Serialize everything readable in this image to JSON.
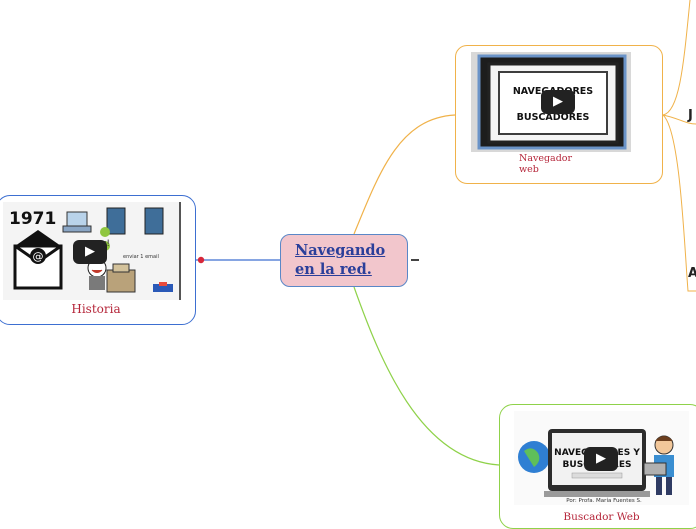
{
  "central": {
    "title_line1": "Navegando",
    "title_line2": "en la red."
  },
  "historia": {
    "caption": "Historia",
    "thumb": {
      "year": "1971",
      "email_icon": "envelope-at-icon",
      "speech_short": "uu!",
      "speech_note": "enviar 1 email"
    }
  },
  "navegador": {
    "caption_line1": "Navegador",
    "caption_line2": "web",
    "thumb": {
      "line1": "NAVEGADORES",
      "line2": "BUSCADORES"
    }
  },
  "buscador": {
    "caption": "Buscador Web",
    "thumb": {
      "line1": "NAVEGADORES Y",
      "line2": "BUSCADORES",
      "author": "Por: Profa. María Fuentes S."
    }
  },
  "edge_glyphs": {
    "right_top": "J",
    "right_bottom": "A"
  },
  "colors": {
    "central_fill": "#f2c6cc",
    "historia_link": "#3d6fd1",
    "navegador_link": "#f0b24a",
    "buscador_link": "#8fd24a",
    "caption_red": "#b5263a"
  }
}
